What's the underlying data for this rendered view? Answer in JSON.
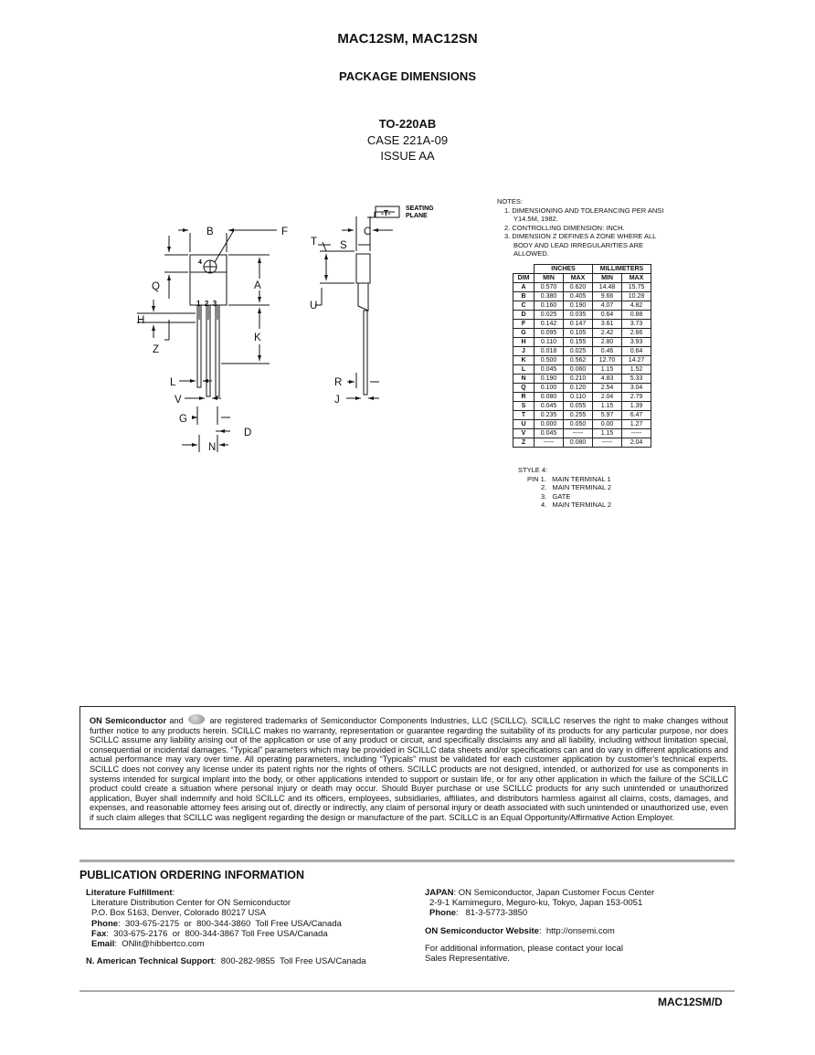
{
  "header": {
    "title": "MAC12SM, MAC12SN",
    "section": "PACKAGE DIMENSIONS",
    "package": "TO-220AB",
    "case": "CASE  221A-09",
    "issue": "ISSUE AA"
  },
  "drawing": {
    "seating_plane_box": "-T-",
    "seating_plane_label_1": "SEATING",
    "seating_plane_label_2": "PLANE",
    "pin_4": "4",
    "pins_123": "1  2  3",
    "labels": {
      "B": "B",
      "F": "F",
      "Q": "Q",
      "A": "A",
      "H": "H",
      "K": "K",
      "Z": "Z",
      "L": "L",
      "V": "V",
      "G": "G",
      "D": "D",
      "N": "N",
      "T": "T",
      "S": "S",
      "C": "C",
      "U": "U",
      "R": "R",
      "J": "J"
    }
  },
  "notes": {
    "heading": "NOTES:",
    "items": [
      "1.  DIMENSIONING AND TOLERANCING PER ANSI Y14.5M, 1982.",
      "2.  CONTROLLING DIMENSION: INCH.",
      "3.  DIMENSION Z DEFINES A ZONE WHERE ALL BODY AND LEAD IRREGULARITIES ARE ALLOWED."
    ]
  },
  "dim_table": {
    "group_inches": "INCHES",
    "group_mm": "MILLIMETERS",
    "headers": [
      "DIM",
      "MIN",
      "MAX",
      "MIN",
      "MAX"
    ],
    "rows": [
      [
        "A",
        "0.570",
        "0.620",
        "14.48",
        "15.75"
      ],
      [
        "B",
        "0.380",
        "0.405",
        "9.66",
        "10.28"
      ],
      [
        "C",
        "0.160",
        "0.190",
        "4.07",
        "4.82"
      ],
      [
        "D",
        "0.025",
        "0.035",
        "0.64",
        "0.88"
      ],
      [
        "F",
        "0.142",
        "0.147",
        "3.61",
        "3.73"
      ],
      [
        "G",
        "0.095",
        "0.105",
        "2.42",
        "2.66"
      ],
      [
        "H",
        "0.110",
        "0.155",
        "2.80",
        "3.93"
      ],
      [
        "J",
        "0.018",
        "0.025",
        "0.46",
        "0.64"
      ],
      [
        "K",
        "0.500",
        "0.562",
        "12.70",
        "14.27"
      ],
      [
        "L",
        "0.045",
        "0.060",
        "1.15",
        "1.52"
      ],
      [
        "N",
        "0.190",
        "0.210",
        "4.83",
        "5.33"
      ],
      [
        "Q",
        "0.100",
        "0.120",
        "2.54",
        "3.04"
      ],
      [
        "R",
        "0.080",
        "0.110",
        "2.04",
        "2.79"
      ],
      [
        "S",
        "0.045",
        "0.055",
        "1.15",
        "1.39"
      ],
      [
        "T",
        "0.235",
        "0.255",
        "5.97",
        "6.47"
      ],
      [
        "U",
        "0.000",
        "0.050",
        "0.00",
        "1.27"
      ],
      [
        "V",
        "0.045",
        "-----",
        "1.15",
        "-----"
      ],
      [
        "Z",
        "-----",
        "0.080",
        "-----",
        "2.04"
      ]
    ]
  },
  "style4": {
    "heading": "STYLE 4:",
    "pins": [
      "PIN 1.   MAIN TERMINAL 1",
      "2.   MAIN TERMINAL 2",
      "3.   GATE",
      "4.   MAIN TERMINAL 2"
    ]
  },
  "legal": {
    "company": "ON Semiconductor",
    "and": " and ",
    "text": " are registered trademarks of Semiconductor Components Industries, LLC (SCILLC).  SCILLC reserves the right to make changes without further notice to any products herein.  SCILLC makes no warranty, representation or guarantee regarding the suitability of its products for any particular purpose, nor does SCILLC assume any liability arising out of the application or use of any product or circuit, and specifically disclaims any and all liability, including without limitation special, consequential or incidental damages.  “Typical” parameters which may be provided in SCILLC data sheets and/or specifications can and do vary in different applications and actual performance may vary over time.  All operating parameters, including “Typicals” must be validated for each customer application by customer’s technical experts.  SCILLC does not convey any license under its patent rights nor the rights of others. SCILLC products are not designed, intended, or authorized for use as components in systems intended for surgical implant into the body, or other applications intended to support or sustain life, or for any other application in which the failure of the SCILLC product could create a situation where personal injury or death may occur.  Should Buyer purchase or use SCILLC products for any such unintended or unauthorized application, Buyer shall indemnify and hold SCILLC and its officers, employees, subsidiaries, affiliates, and distributors harmless against all claims, costs, damages, and expenses, and reasonable attorney fees arising out of, directly or indirectly, any claim of personal injury or death associated with such unintended or unauthorized use, even if such claim alleges that SCILLC was negligent regarding the design or manufacture of the part.  SCILLC is an Equal Opportunity/Affirmative Action Employer."
  },
  "publication": {
    "heading": "PUBLICATION ORDERING INFORMATION",
    "lit_label": "Literature Fulfillment",
    "lit_colon": ":",
    "lit_line1": "Literature Distribution Center for ON Semiconductor",
    "lit_line2": "P.O. Box 5163, Denver, Colorado 80217 USA",
    "phone_label": "Phone",
    "phone_value": ":  303-675-2175  or  800-344-3860  Toll Free USA/Canada",
    "fax_label": "Fax",
    "fax_value": ":  303-675-2176  or  800-344-3867 Toll Free USA/Canada",
    "email_label": "Email",
    "email_value": ":  ONlit@hibbertco.com",
    "support_label": "N. American Technical Support",
    "support_value": ":  800-282-9855  Toll Free USA/Canada",
    "japan_label": "JAPAN",
    "japan_value": ": ON Semiconductor, Japan Customer Focus Center",
    "japan_addr": "2-9-1 Kamimeguro, Meguro-ku, Tokyo, Japan 153-0051",
    "japan_phone_label": "Phone",
    "japan_phone_value": ":   81-3-5773-3850",
    "website_label": "ON Semiconductor Website",
    "website_value": ":  http://onsemi.com",
    "contact_line1": "For additional information, please contact your local",
    "contact_line2": "Sales Representative."
  },
  "footer": {
    "doc_number": "MAC12SM/D"
  }
}
